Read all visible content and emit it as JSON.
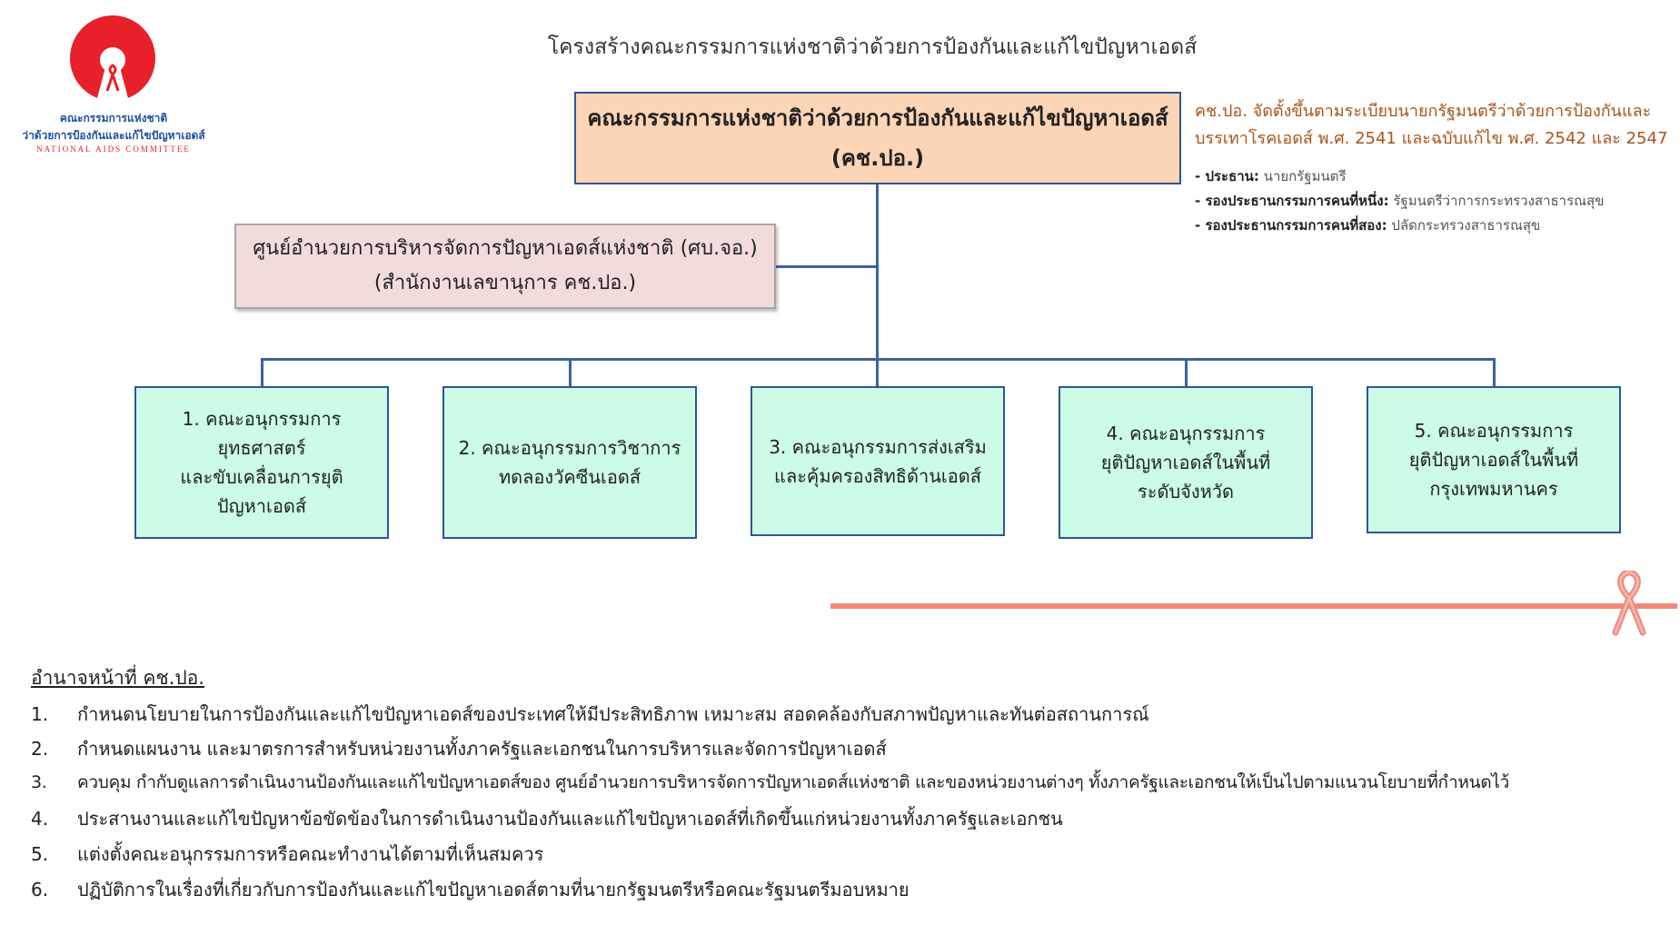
{
  "logo": {
    "line1": "คณะกรรมการแห่งชาติ",
    "line2": "ว่าด้วยการป้องกันและแก้ไขปัญหาเอดส์",
    "line3": "NATIONAL AIDS COMMITTEE"
  },
  "title": "โครงสร้างคณะกรรมการแห่งชาติว่าด้วยการป้องกันและแก้ไขปัญหาเอดส์",
  "main_box": {
    "line1": "คณะกรรมการแห่งชาติว่าด้วยการป้องกันและแก้ไขปัญหาเอดส์",
    "line2": "(คช.ปอ.)"
  },
  "note": {
    "line1": "คช.ปอ. จัดตั้งขึ้นตามระเบียบนายกรัฐมนตรีว่าด้วยการป้องกันและ",
    "line2": "บรรเทาโรคเอดส์ พ.ศ. 2541 และฉบับแก้ไข พ.ศ. 2542 และ 2547",
    "members": [
      {
        "role": "- ประธาน:",
        "name": " นายกรัฐมนตรี"
      },
      {
        "role": "- รองประธานกรรมการคนที่หนึ่ง:",
        "name": " รัฐมนตรีว่าการกระทรวงสาธารณสุข"
      },
      {
        "role": "- รองประธานกรรมการคนที่สอง:",
        "name": " ปลัดกระทรวงสาธารณสุข"
      }
    ]
  },
  "secretariat": {
    "line1": "ศูนย์อำนวยการบริหารจัดการปัญหาเอดส์แห่งชาติ (ศบ.จอ.)",
    "line2": "(สำนักงานเลขานุการ คช.ปอ.)"
  },
  "subcommittees": [
    {
      "lines": [
        "1. คณะอนุกรรมการยุทธศาสตร์",
        "และขับเคลื่อนการยุติ",
        "ปัญหาเอดส์"
      ]
    },
    {
      "lines": [
        "2. คณะอนุกรรมการวิชาการ",
        "ทดลองวัคซีนเอดส์"
      ]
    },
    {
      "lines": [
        "3. คณะอนุกรรมการส่งเสริม",
        "และคุ้มครองสิทธิด้านเอดส์"
      ]
    },
    {
      "lines": [
        "4. คณะอนุกรรมการ",
        "ยุติปัญหาเอดส์ในพื้นที่",
        "ระดับจังหวัด"
      ]
    },
    {
      "lines": [
        "5. คณะอนุกรรมการ",
        "ยุติปัญหาเอดส์ในพื้นที่",
        "กรุงเทพมหานคร"
      ]
    }
  ],
  "duties": {
    "heading": "อำนาจหน้าที่ คช.ปอ.",
    "items": [
      {
        "num": "1.",
        "text": "กำหนดนโยบายในการป้องกันและแก้ไขปัญหาเอดส์ของประเทศให้มีประสิทธิภาพ เหมาะสม สอดคล้องกับสภาพปัญหาและทันต่อสถานการณ์"
      },
      {
        "num": "2.",
        "text": "กำหนดแผนงาน และมาตรการสำหรับหน่วยงานทั้งภาครัฐและเอกชนในการบริหารและจัดการปัญหาเอดส์"
      },
      {
        "num": "3.",
        "text": "ควบคุม กำกับดูแลการดำเนินงานป้องกันและแก้ไขปัญหาเอดส์ของ ศูนย์อำนวยการบริหารจัดการปัญหาเอดส์แห่งชาติ และของหน่วยงานต่างๆ ทั้งภาครัฐและเอกชนให้เป็นไปตามแนวนโยบายที่กำหนดไว้"
      },
      {
        "num": "4.",
        "text": "ประสานงานและแก้ไขปัญหาข้อขัดข้องในการดำเนินงานป้องกันและแก้ไขปัญหาเอดส์ที่เกิดขึ้นแก่หน่วยงานทั้งภาครัฐและเอกชน"
      },
      {
        "num": "5.",
        "text": "แต่งตั้งคณะอนุกรรมการหรือคณะทำงานได้ตามที่เห็นสมควร"
      },
      {
        "num": "6.",
        "text": "ปฏิบัติการในเรื่องที่เกี่ยวกับการป้องกันและแก้ไขปัญหาเอดส์ตามที่นายกรัฐมนตรีหรือคณะรัฐมนตรีมอบหมาย"
      }
    ]
  },
  "colors": {
    "box_border": "#2F5597",
    "main_fill": "#FBD5B5",
    "sec_fill": "#F2DCDB",
    "sub_fill": "#CCFCE6",
    "accent_line": "#F4877A",
    "logo_red": "#E8202A",
    "logo_blue": "#1F4E9C"
  }
}
